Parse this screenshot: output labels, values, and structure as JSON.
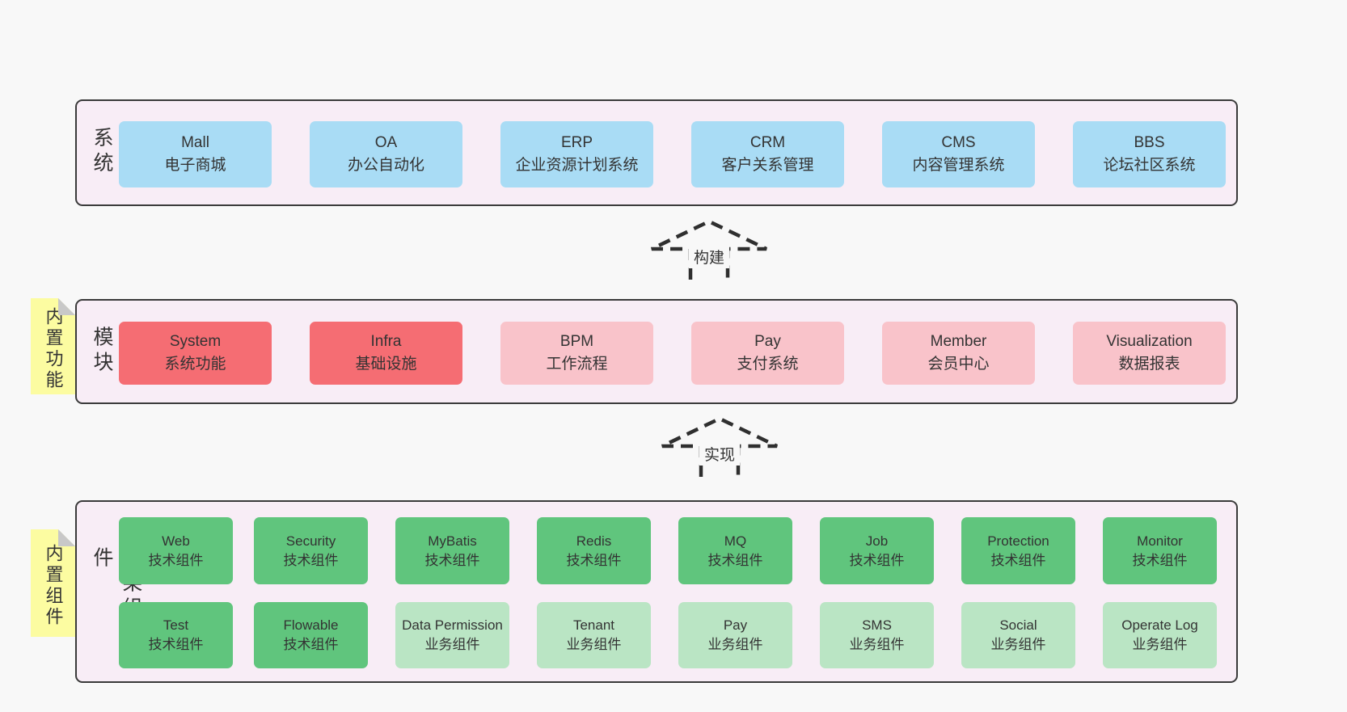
{
  "palette": {
    "page_bg": "#f8f8f8",
    "layer_bg": "#f8edf6",
    "layer_border": "#3a3a3a",
    "blue": "#a9dcf5",
    "red": "#f56d73",
    "pink": "#f9c3ca",
    "green": "#60c57d",
    "light_green": "#bae5c4",
    "note_yellow": "#fcfca1",
    "note_fold": "#c8c8c8",
    "text": "#333333"
  },
  "layers": {
    "business": {
      "title": "业务系统",
      "boxes": [
        {
          "title": "Mall",
          "subtitle": "电子商城",
          "variant": "blue"
        },
        {
          "title": "OA",
          "subtitle": "办公自动化",
          "variant": "blue"
        },
        {
          "title": "ERP",
          "subtitle": "企业资源计划系统",
          "variant": "blue"
        },
        {
          "title": "CRM",
          "subtitle": "客户关系管理",
          "variant": "blue"
        },
        {
          "title": "CMS",
          "subtitle": "内容管理系统",
          "variant": "blue"
        },
        {
          "title": "BBS",
          "subtitle": "论坛社区系统",
          "variant": "blue"
        }
      ]
    },
    "modules": {
      "title": "通用模块",
      "note": "内置功能",
      "boxes": [
        {
          "title": "System",
          "subtitle": "系统功能",
          "variant": "red"
        },
        {
          "title": "Infra",
          "subtitle": "基础设施",
          "variant": "red"
        },
        {
          "title": "BPM",
          "subtitle": "工作流程",
          "variant": "pink"
        },
        {
          "title": "Pay",
          "subtitle": "支付系统",
          "variant": "pink"
        },
        {
          "title": "Member",
          "subtitle": "会员中心",
          "variant": "pink"
        },
        {
          "title": "Visualization",
          "subtitle": "数据报表",
          "variant": "pink"
        }
      ]
    },
    "components": {
      "title": "框架组件",
      "note": "内置组件",
      "rows": [
        [
          {
            "title": "Web",
            "subtitle": "技术组件",
            "variant": "green"
          },
          {
            "title": "Security",
            "subtitle": "技术组件",
            "variant": "green"
          },
          {
            "title": "MyBatis",
            "subtitle": "技术组件",
            "variant": "green"
          },
          {
            "title": "Redis",
            "subtitle": "技术组件",
            "variant": "green"
          },
          {
            "title": "MQ",
            "subtitle": "技术组件",
            "variant": "green"
          },
          {
            "title": "Job",
            "subtitle": "技术组件",
            "variant": "green"
          },
          {
            "title": "Protection",
            "subtitle": "技术组件",
            "variant": "green"
          },
          {
            "title": "Monitor",
            "subtitle": "技术组件",
            "variant": "green"
          }
        ],
        [
          {
            "title": "Test",
            "subtitle": "技术组件",
            "variant": "green"
          },
          {
            "title": "Flowable",
            "subtitle": "技术组件",
            "variant": "green"
          },
          {
            "title": "Data Permission",
            "subtitle": "业务组件",
            "variant": "light_green"
          },
          {
            "title": "Tenant",
            "subtitle": "业务组件",
            "variant": "light_green"
          },
          {
            "title": "Pay",
            "subtitle": "业务组件",
            "variant": "light_green"
          },
          {
            "title": "SMS",
            "subtitle": "业务组件",
            "variant": "light_green"
          },
          {
            "title": "Social",
            "subtitle": "业务组件",
            "variant": "light_green"
          },
          {
            "title": "Operate Log",
            "subtitle": "业务组件",
            "variant": "light_green"
          }
        ]
      ]
    }
  },
  "arrows": {
    "build": "构建",
    "implement": "实现"
  }
}
